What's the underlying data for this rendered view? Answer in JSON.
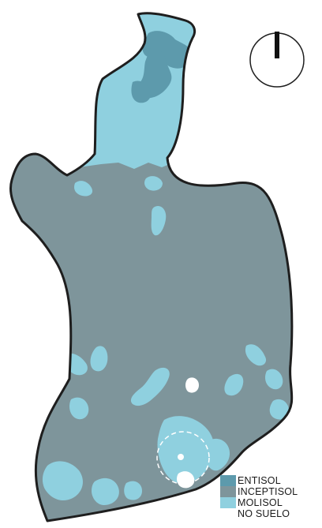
{
  "legend": {
    "items": [
      {
        "label": "ENTISOL",
        "color": "#5d9aac"
      },
      {
        "label": "INCEPTISOL",
        "color": "#7e959b"
      },
      {
        "label": "MOLISOL",
        "color": "#8fd0df"
      },
      {
        "label": "NO SUELO",
        "color": "#ffffff"
      }
    ]
  },
  "colors": {
    "inceptisol": "#7e959b",
    "molisol": "#8fd0df",
    "entisol": "#5d9aac",
    "border": "#1e1e1e"
  },
  "compass": {
    "icon": "north-arrow-icon"
  }
}
